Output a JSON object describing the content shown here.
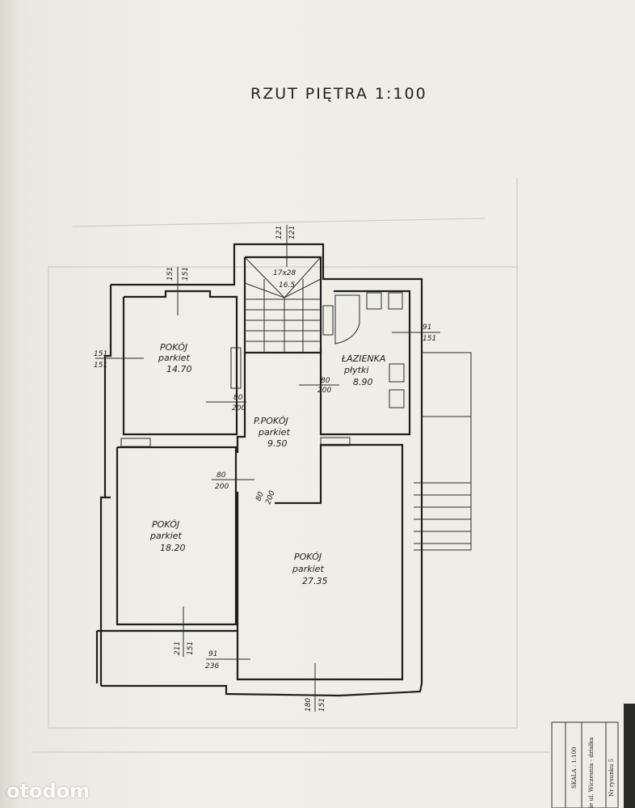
{
  "title": "RZUT PIĘTRA   1:100",
  "rooms": [
    {
      "name": "POKÓJ",
      "floor": "parkiet",
      "area": "14.70"
    },
    {
      "name": "P.POKÓJ",
      "floor": "parkiet",
      "area": "9.50"
    },
    {
      "name": "ŁAZIENKA",
      "floor": "płytki",
      "area": "8.90"
    },
    {
      "name": "POKÓJ",
      "floor": "parkiet",
      "area": "18.20"
    },
    {
      "name": "POKÓJ",
      "floor": "parkiet",
      "area": "27.35"
    }
  ],
  "dimensions": {
    "window_top_left": [
      "151",
      "151"
    ],
    "window_stair": [
      "121",
      "121"
    ],
    "stairs": [
      "17x28",
      "16.5"
    ],
    "window_left": [
      "151",
      "151"
    ],
    "window_bath": [
      "91",
      "151"
    ],
    "door_room1": [
      "80",
      "200"
    ],
    "door_bath": [
      "80",
      "200"
    ],
    "door_room2": [
      "80",
      "200"
    ],
    "door_room3": [
      "80",
      "200"
    ],
    "window_lower_left": [
      "211",
      "151"
    ],
    "door_balcony": [
      "91",
      "236"
    ],
    "window_bottom": [
      "180",
      "151"
    ]
  },
  "stamp": {
    "scale": "SKALA : 1:100",
    "location": "ie ul. Wiczesnia - działka",
    "drawing_no": "Nr rysunku 5"
  },
  "watermark": "otodom"
}
